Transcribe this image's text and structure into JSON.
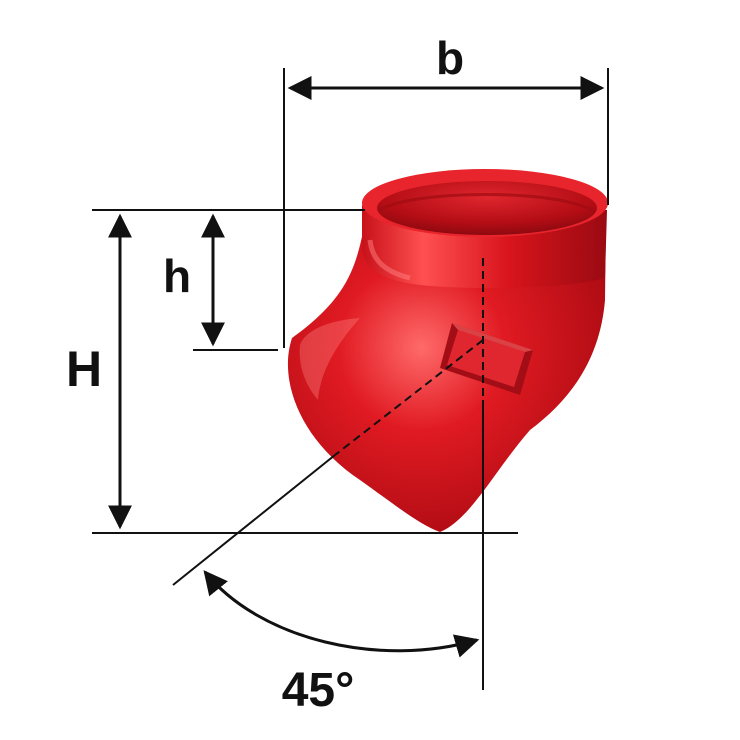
{
  "labels": {
    "b": "b",
    "h": "h",
    "H": "H",
    "angle": "45°"
  },
  "colors": {
    "pipe_main": "#d8141c",
    "pipe_dark": "#8e0a10",
    "pipe_light": "#ff5a5a",
    "dimension_line": "#111111"
  }
}
